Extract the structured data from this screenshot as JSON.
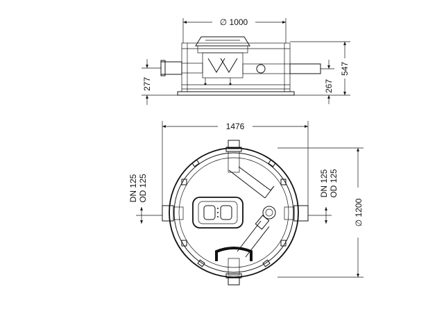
{
  "side_view": {
    "width_label": "∅ 1000",
    "height_total_label": "547",
    "inlet_height_label": "277",
    "outlet_height_label": "267"
  },
  "top_view": {
    "overall_width_label": "1476",
    "diameter_label": "∅ 1200",
    "left_pipe_dn": "DN 125",
    "left_pipe_od": "OD 125",
    "right_pipe_dn": "DN 125",
    "right_pipe_od": "OD 125"
  }
}
